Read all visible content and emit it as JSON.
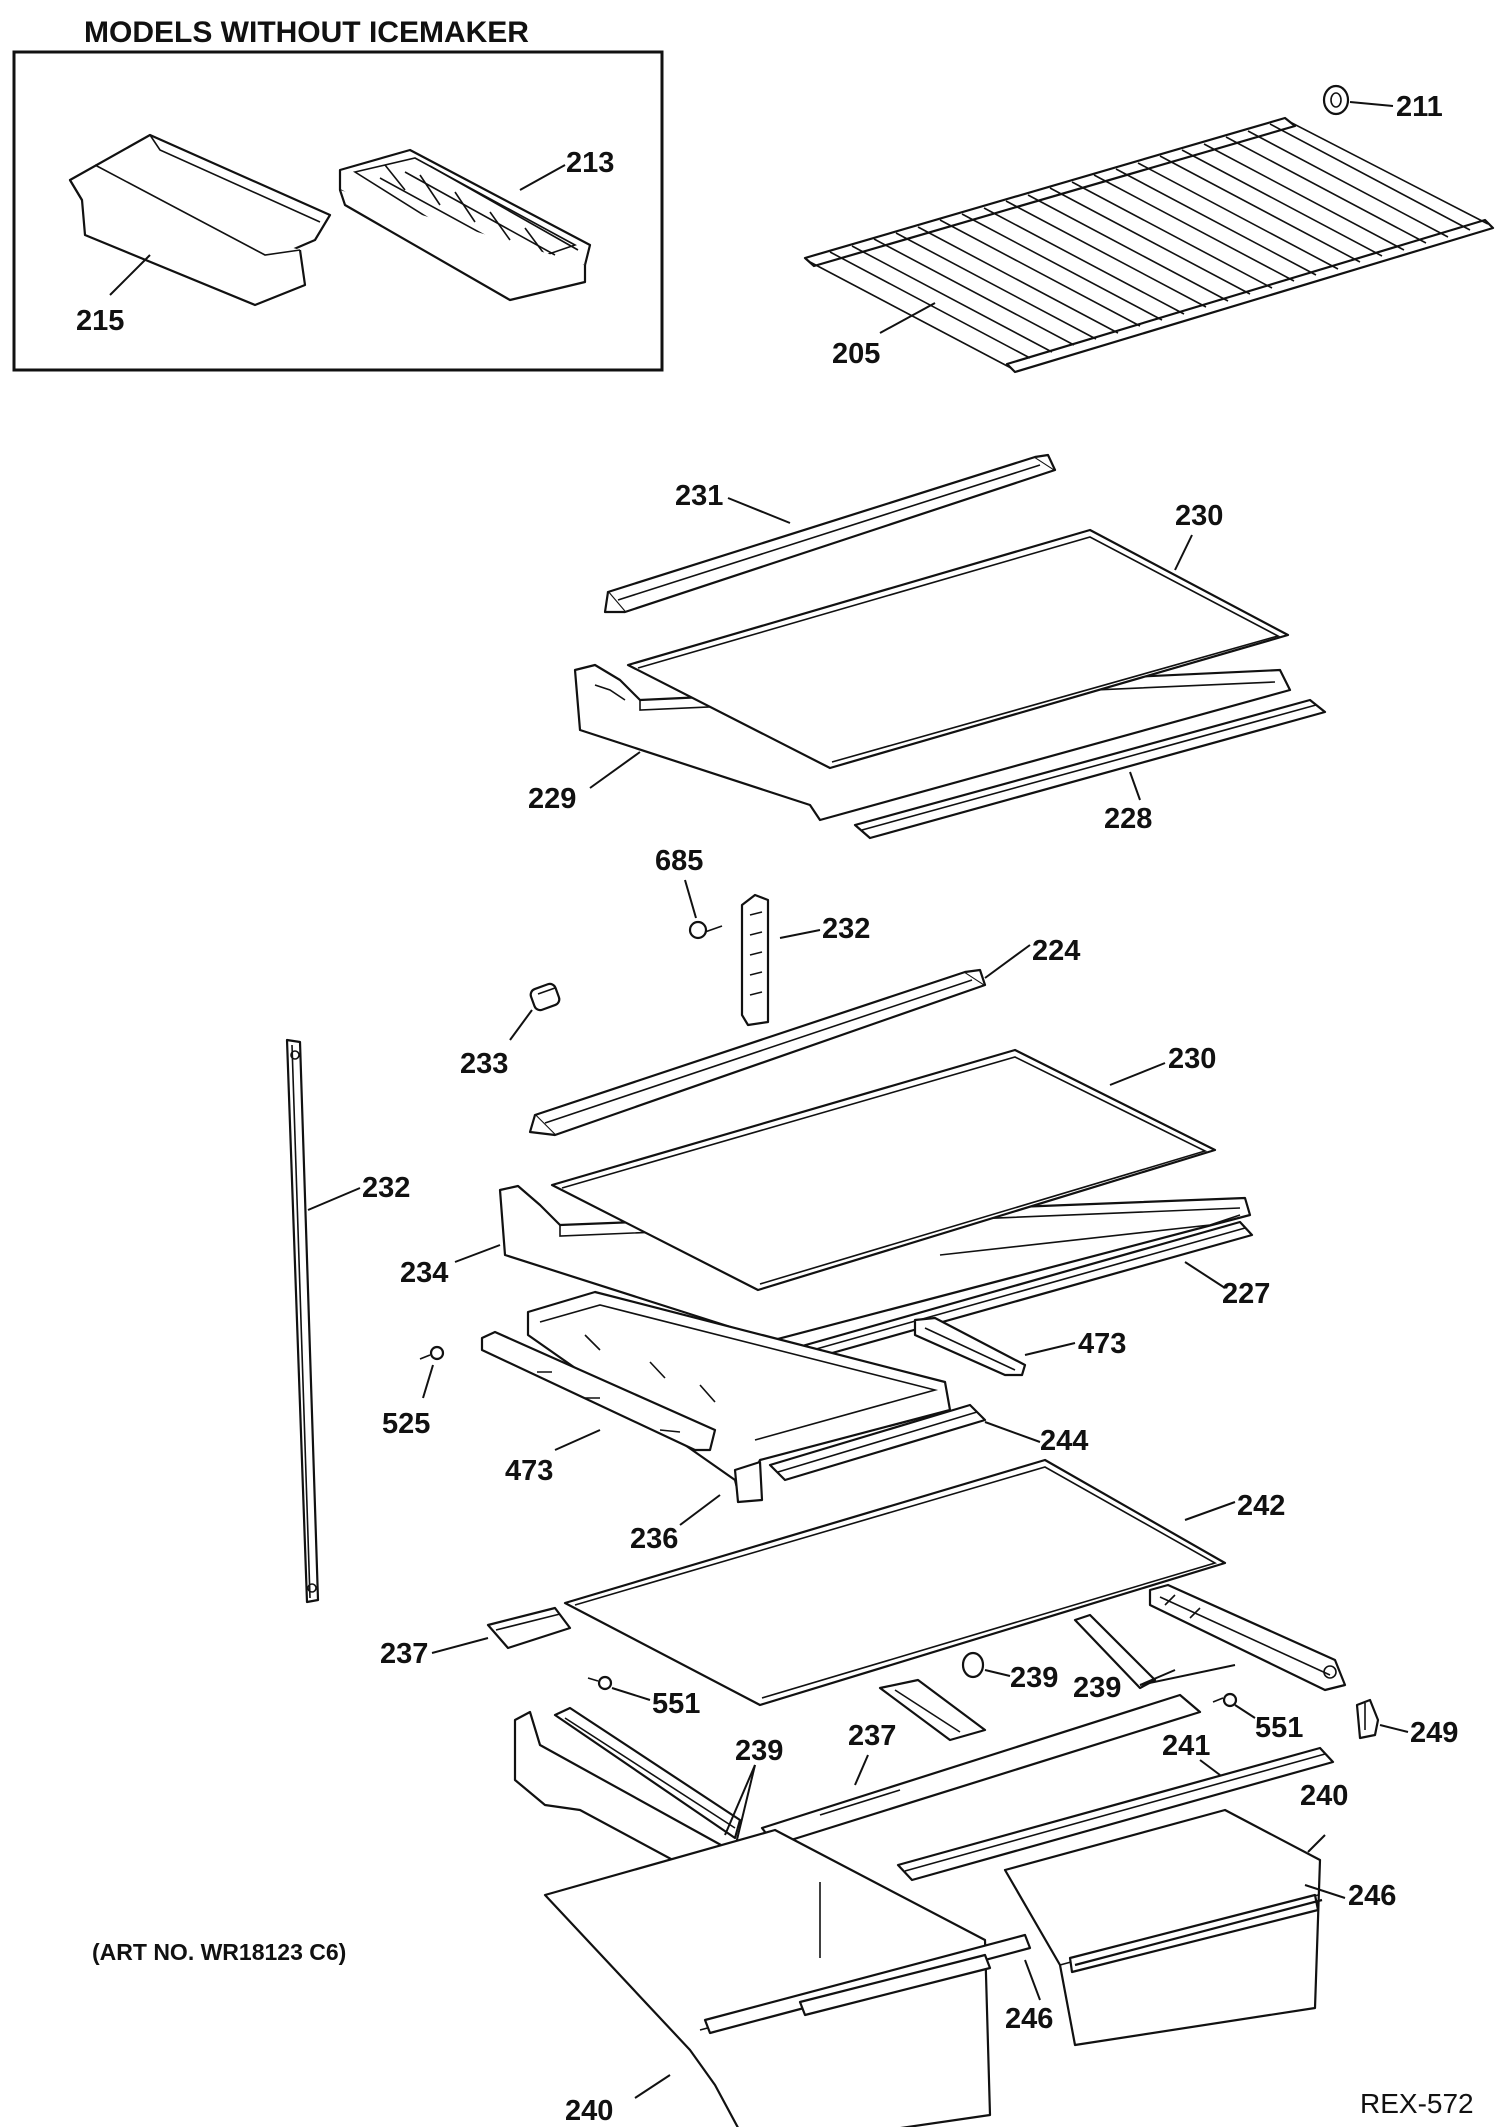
{
  "title": "MODELS WITHOUT ICEMAKER",
  "art_number": "(ART NO. WR18123 C6)",
  "drawing_code": "REX-572",
  "callouts": {
    "c211": "211",
    "c213": "213",
    "c215": "215",
    "c205": "205",
    "c231": "231",
    "c230a": "230",
    "c229": "229",
    "c228": "228",
    "c685": "685",
    "c232a": "232",
    "c224": "224",
    "c233": "233",
    "c230b": "230",
    "c232b": "232",
    "c234": "234",
    "c227": "227",
    "c473a": "473",
    "c525": "525",
    "c244": "244",
    "c473b": "473",
    "c242": "242",
    "c236": "236",
    "c237a": "237",
    "c239a": "239",
    "c239b": "239",
    "c551a": "551",
    "c551b": "551",
    "c249": "249",
    "c239c": "239",
    "c237b": "237",
    "c241": "241",
    "c240a": "240",
    "c246a": "246",
    "c246b": "246",
    "c240b": "240"
  }
}
